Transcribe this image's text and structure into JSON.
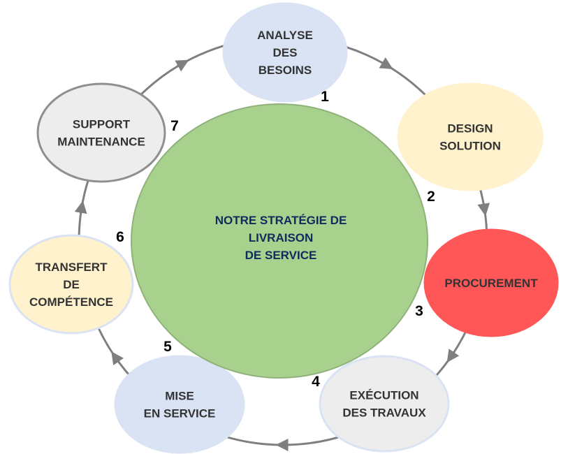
{
  "center": {
    "lines": [
      "NOTRE STRATÉGIE DE",
      "LIVRAISON",
      "DE SERVICE"
    ],
    "fill": "#a9d18e",
    "stroke": "#8fb27a",
    "text_color": "#0d2b5e"
  },
  "steps": [
    {
      "number": "1",
      "lines": [
        "ANALYSE",
        "DES",
        "BESOINS"
      ],
      "fill": "#dae3f3",
      "stroke": "#dae3f3",
      "text_color": "#333333"
    },
    {
      "number": "2",
      "lines": [
        "DESIGN",
        "SOLUTION"
      ],
      "fill": "#fff2cc",
      "stroke": "#fff2cc",
      "text_color": "#333333"
    },
    {
      "number": "3",
      "lines": [
        "PROCUREMENT"
      ],
      "fill": "#ff5757",
      "stroke": "#ff5757",
      "text_color": "#333333"
    },
    {
      "number": "4",
      "lines": [
        "EXÉCUTION",
        "DES TRAVAUX"
      ],
      "fill": "#ededed",
      "stroke": "#dae3f3",
      "text_color": "#333333"
    },
    {
      "number": "5",
      "lines": [
        "MISE",
        "EN SERVICE"
      ],
      "fill": "#dae3f3",
      "stroke": "#dae3f3",
      "text_color": "#333333"
    },
    {
      "number": "6",
      "lines": [
        "TRANSFERT",
        "DE",
        "COMPÉTENCE"
      ],
      "fill": "#fff2cc",
      "stroke": "#dae3f3",
      "text_color": "#333333"
    },
    {
      "number": "7",
      "lines": [
        "SUPPORT",
        "MAINTENANCE"
      ],
      "fill": "#ededed",
      "stroke": "#8f8f8f",
      "text_color": "#333333"
    }
  ],
  "connector_color": "#7f7f7f"
}
